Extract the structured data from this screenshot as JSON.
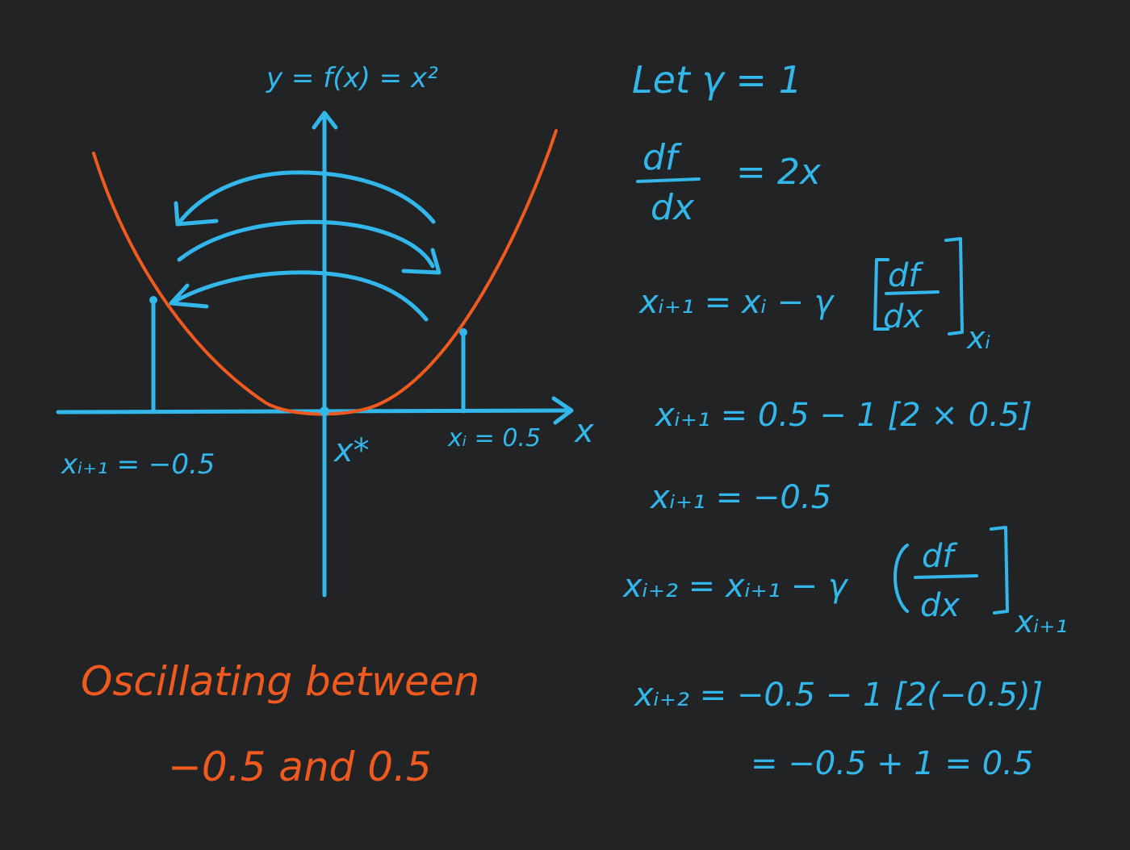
{
  "colors": {
    "background": "#222324",
    "ink_blue": "#33b7ea",
    "ink_orange": "#f05a1e"
  },
  "graph": {
    "y_axis_label": "y = f(x) = x²",
    "x_axis_label": "x",
    "minimum_label": "x*",
    "point_right_label": "xᵢ = 0.5",
    "point_left_label": "xᵢ₊₁ = −0.5"
  },
  "caption": {
    "line1": "Oscillating between",
    "line2": "−0.5 and 0.5"
  },
  "derivation": {
    "let": "Let γ = 1",
    "deriv_num": "df",
    "deriv_den": "dx",
    "deriv_rhs": "= 2x",
    "update_lhs": "xᵢ₊₁ = xᵢ − γ",
    "update_frac_num": "df",
    "update_frac_den": "dx",
    "update_sub": "xᵢ",
    "step1": "xᵢ₊₁ = 0.5 − 1 [2 × 0.5]",
    "step1_result": "xᵢ₊₁ = −0.5",
    "update2_lhs": "xᵢ₊₂ = xᵢ₊₁ − γ",
    "update2_frac_num": "df",
    "update2_frac_den": "dx",
    "update2_sub": "xᵢ₊₁",
    "step2": "xᵢ₊₂ = −0.5 − 1 [2(−0.5)]",
    "step2_result": "= −0.5 + 1 = 0.5"
  }
}
